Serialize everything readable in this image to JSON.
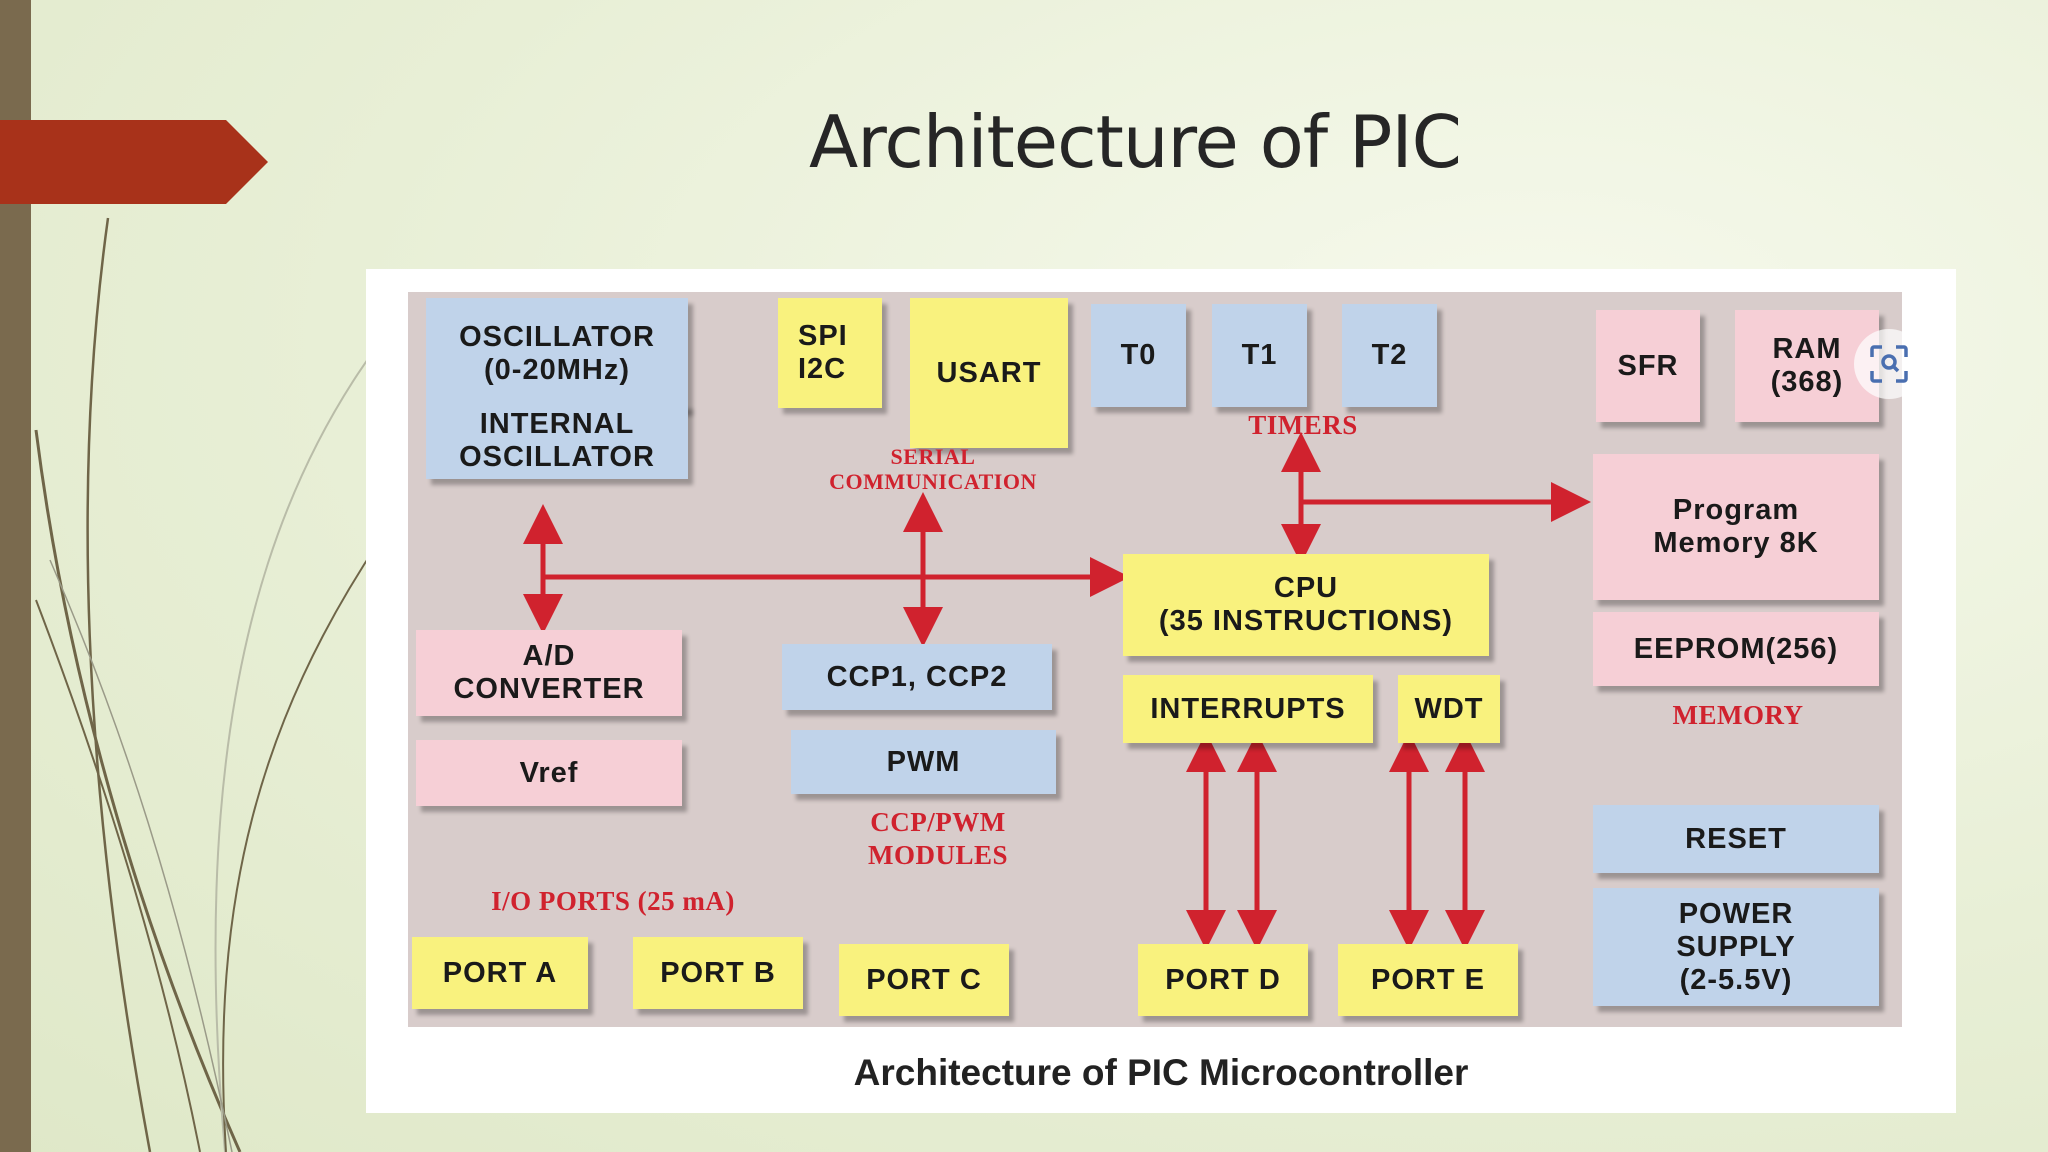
{
  "slide": {
    "title": "Architecture of PIC"
  },
  "figure": {
    "caption": "Architecture of PIC Microcontroller",
    "blocks": {
      "oscillator": "OSCILLATOR\n(0-20MHz)",
      "internal_oscillator": "INTERNAL\nOSCILLATOR",
      "spi_i2c": "SPI\nI2C",
      "usart": "USART",
      "t0": "T0",
      "t1": "T1",
      "t2": "T2",
      "sfr": "SFR",
      "ram": "RAM\n(368)",
      "program_memory": "Program\nMemory 8K",
      "cpu": "CPU\n(35 INSTRUCTIONS)",
      "eeprom": "EEPROM(256)",
      "ad_converter": "A/D\nCONVERTER",
      "vref": "Vref",
      "ccp": "CCP1, CCP2",
      "pwm": "PWM",
      "interrupts": "INTERRUPTS",
      "wdt": "WDT",
      "reset": "RESET",
      "power_supply": "POWER\nSUPPLY\n(2-5.5V)",
      "port_a": "PORT A",
      "port_b": "PORT B",
      "port_c": "PORT C",
      "port_d": "PORT D",
      "port_e": "PORT E"
    },
    "labels": {
      "serial": "SERIAL\nCOMMUNICATION",
      "timers": "TIMERS",
      "memory": "MEMORY",
      "ccp_pwm": "CCP/PWM\nMODULES",
      "io_ports": "I/O PORTS (25 mA)"
    },
    "colors": {
      "blue_block": "#c0d3ea",
      "pink_block": "#f6cfd6",
      "yellow_block": "#f9f27e",
      "arrow": "#d0222e",
      "panel": "#d8cccb",
      "accent_tab": "#a8321a"
    }
  }
}
